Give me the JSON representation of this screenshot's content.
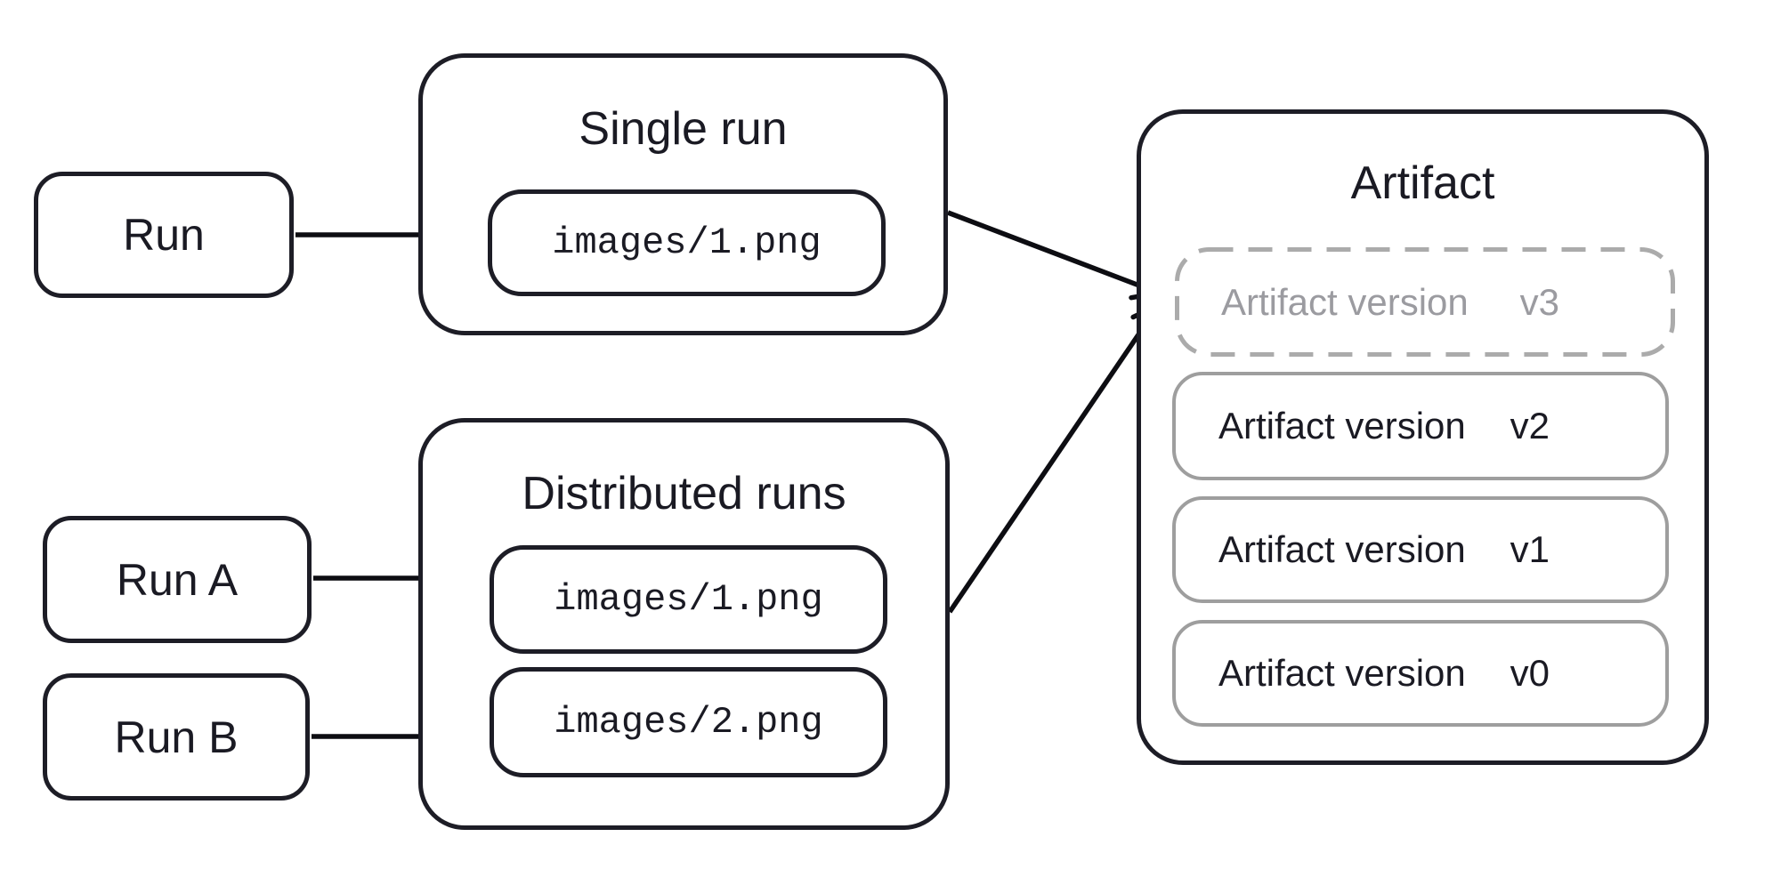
{
  "nodes": {
    "run": {
      "label": "Run"
    },
    "run_a": {
      "label": "Run A"
    },
    "run_b": {
      "label": "Run B"
    }
  },
  "groups": {
    "single_run": {
      "title": "Single run",
      "items": [
        {
          "label": "images/1.png"
        }
      ]
    },
    "distributed_runs": {
      "title": "Distributed runs",
      "items": [
        {
          "label": "images/1.png"
        },
        {
          "label": "images/2.png"
        }
      ]
    },
    "artifact": {
      "title": "Artifact",
      "versions": [
        {
          "label": "Artifact version",
          "version": "v3",
          "state": "pending"
        },
        {
          "label": "Artifact version",
          "version": "v2",
          "state": "committed"
        },
        {
          "label": "Artifact version",
          "version": "v1",
          "state": "committed"
        },
        {
          "label": "Artifact version",
          "version": "v0",
          "state": "committed"
        }
      ]
    }
  },
  "edges": [
    {
      "from": "run",
      "to": "single_run/images/1.png"
    },
    {
      "from": "run_a",
      "to": "distributed_runs/images/1.png"
    },
    {
      "from": "run_b",
      "to": "distributed_runs/images/2.png"
    },
    {
      "from": "single_run",
      "to": "artifact/v3"
    },
    {
      "from": "distributed_runs",
      "to": "artifact/v3"
    }
  ],
  "colors": {
    "background": "#ffffff",
    "ink": "#1d1d26",
    "text": "#1a1a23",
    "arrow": "#0d0d12",
    "muted_border": "#9e9e9e",
    "muted_dashed_border": "#ababab",
    "muted_text": "#9b9ba0"
  }
}
